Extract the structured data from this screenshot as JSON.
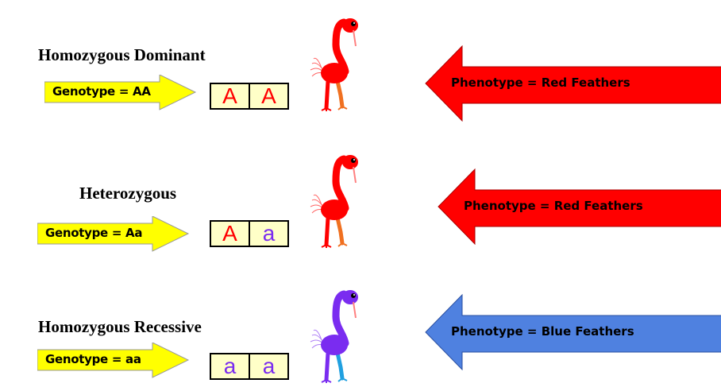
{
  "colors": {
    "dominant": "#ff0000",
    "recessive": "#7a2cf0",
    "red_arrow": "#ff0000",
    "blue_arrow": "#4f81e0",
    "genotype_arrow": "#ffff00",
    "box_fill": "#ffffc8",
    "leg_orange": "#f07020",
    "leg_blue": "#20a0e0"
  },
  "rows": [
    {
      "title": "Homozygous Dominant",
      "genotype": "Genotype = AA",
      "alleles": [
        "A",
        "A"
      ],
      "phenotype": "Phenotype = Red Feathers",
      "flamingo_color": "red"
    },
    {
      "title": "Heterozygous",
      "genotype": "Genotype = Aa",
      "alleles": [
        "A",
        "a"
      ],
      "phenotype": "Phenotype = Red Feathers",
      "flamingo_color": "red"
    },
    {
      "title": "Homozygous Recessive",
      "genotype": "Genotype = aa",
      "alleles": [
        "a",
        "a"
      ],
      "phenotype": "Phenotype = Blue Feathers",
      "flamingo_color": "purple"
    }
  ]
}
